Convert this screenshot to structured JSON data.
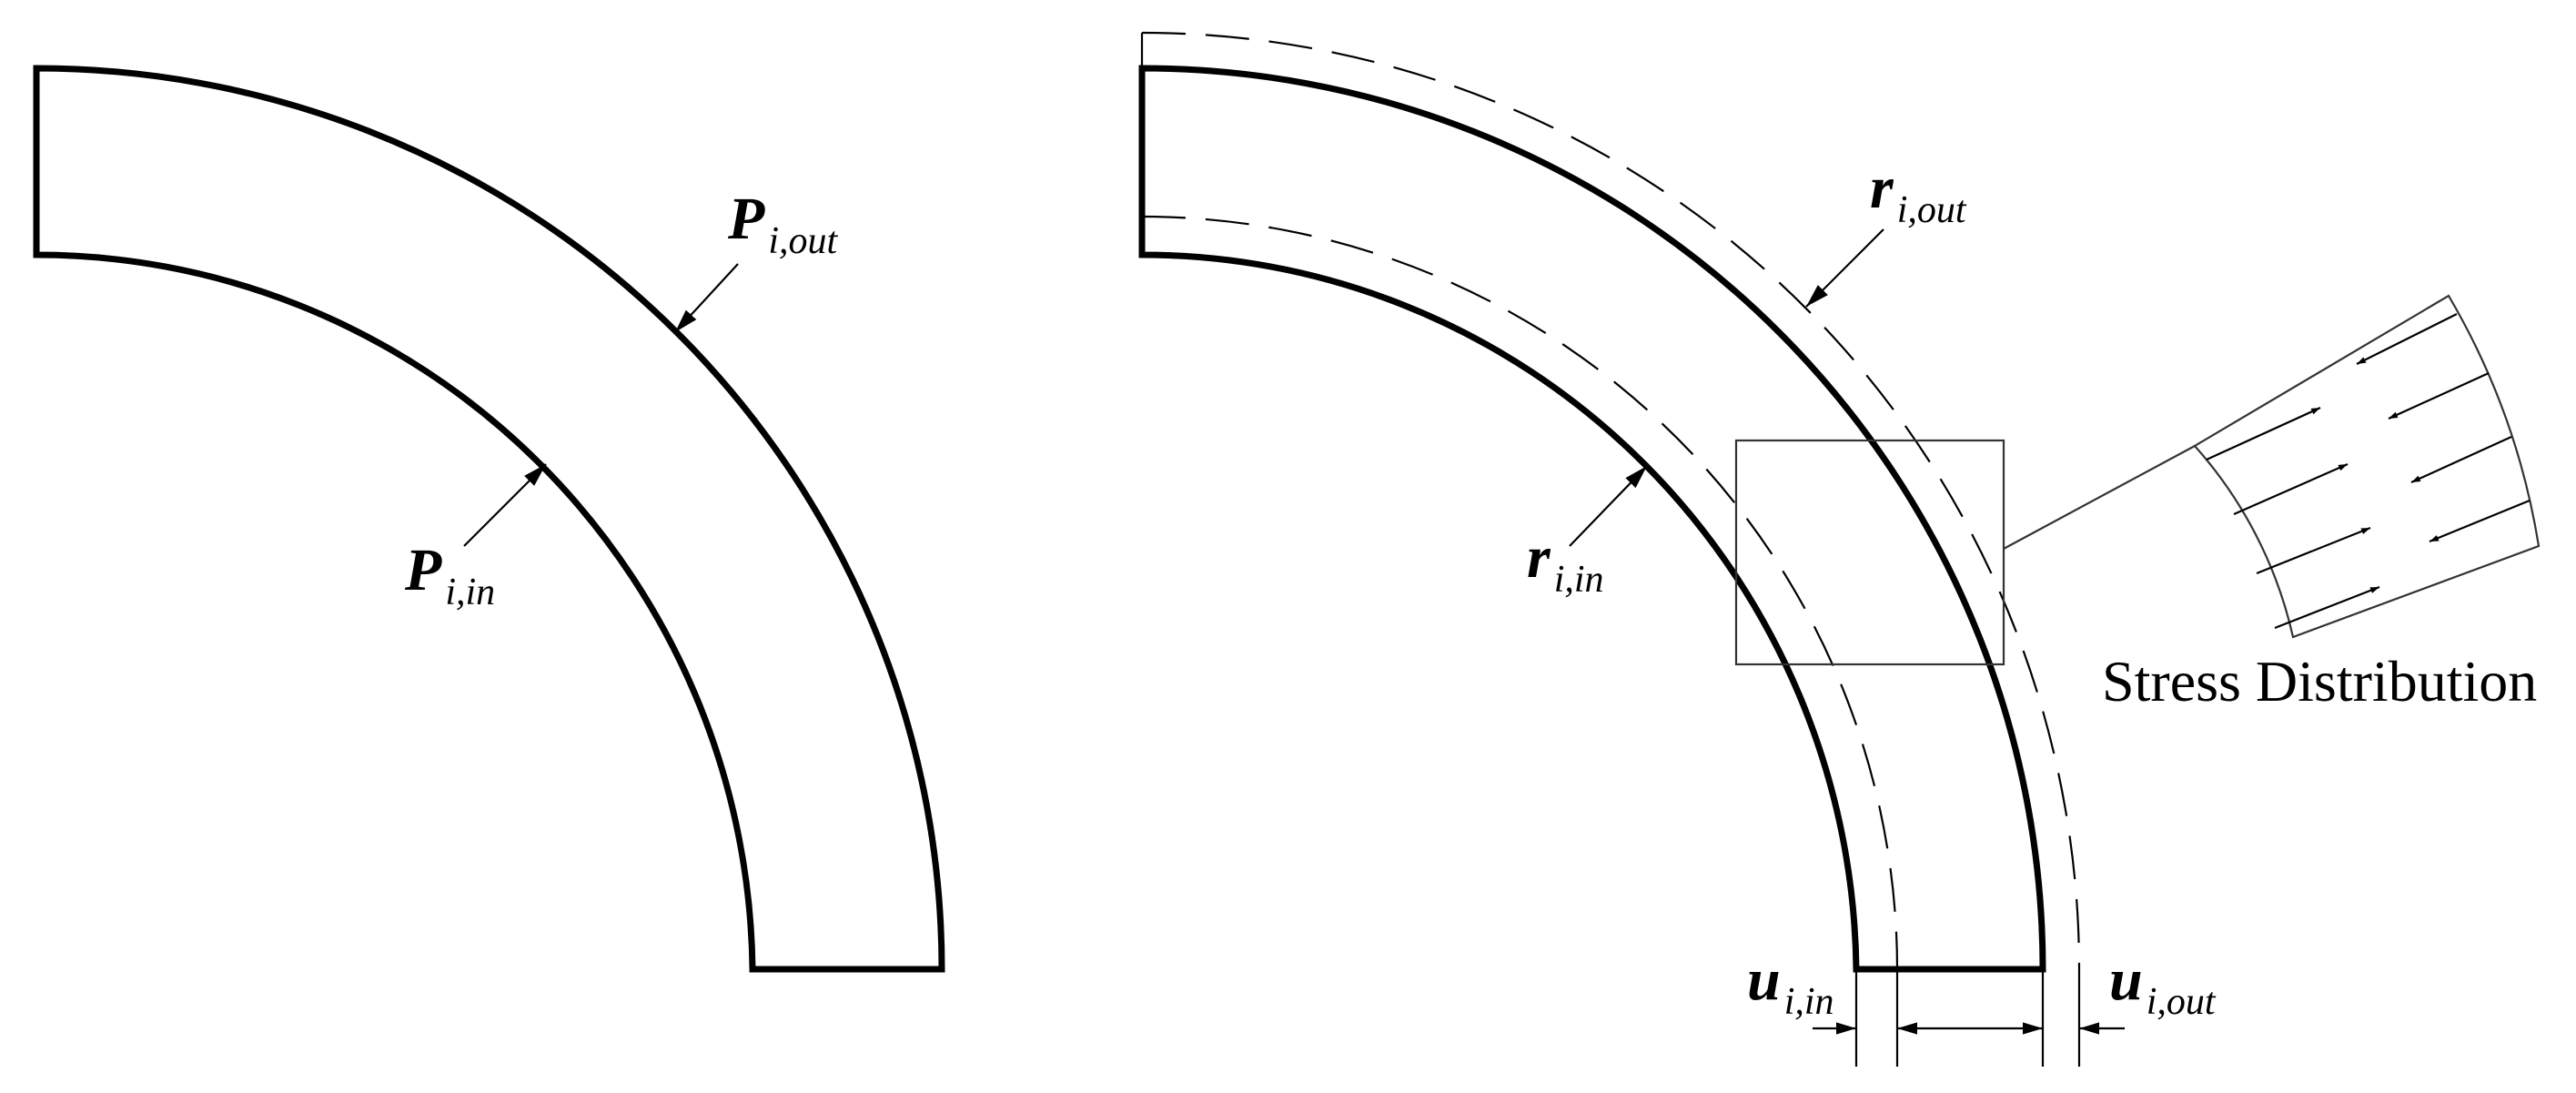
{
  "labels": {
    "p_out": {
      "symbol": "P",
      "subscript": "i,out"
    },
    "p_in": {
      "symbol": "P",
      "subscript": "i,in"
    },
    "r_out": {
      "symbol": "r",
      "subscript": "i,out"
    },
    "r_in": {
      "symbol": "r",
      "subscript": "i,in"
    },
    "u_in": {
      "symbol": "u",
      "subscript": "i,in"
    },
    "u_out": {
      "symbol": "u",
      "subscript": "i,out"
    },
    "stress": "Stress Distribution"
  }
}
